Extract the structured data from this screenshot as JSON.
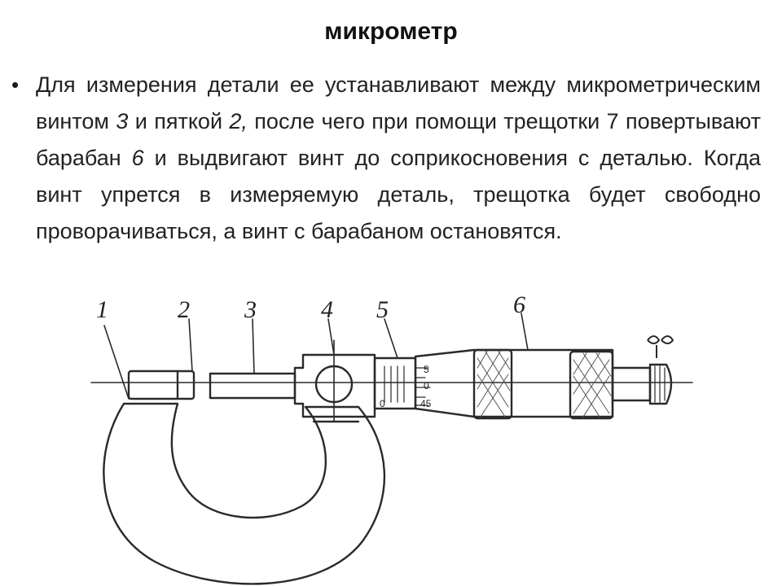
{
  "title": "микрометр",
  "paragraph": {
    "bullet": "•",
    "segments": [
      {
        "text": "Для измерения детали ее устанавливают между микрометрическим винтом ",
        "italic": false
      },
      {
        "text": "3",
        "italic": true
      },
      {
        "text": " и пяткой ",
        "italic": false
      },
      {
        "text": "2,",
        "italic": true
      },
      {
        "text": " после чего при помощи трещотки 7 повертывают барабан ",
        "italic": false
      },
      {
        "text": "6",
        "italic": true
      },
      {
        "text": " и выдвигают винт до соприкосновения   с   деталью.    Когда   винт упрется в измеряемую деталь, трещотка будет свободно проворачиваться, а винт с барабаном остановятся.",
        "italic": false
      }
    ]
  },
  "diagram": {
    "part_labels": [
      "1",
      "2",
      "3",
      "4",
      "5",
      "6"
    ],
    "scale_marks": [
      "5",
      "0",
      "45"
    ],
    "sleeve_mark": "0"
  }
}
